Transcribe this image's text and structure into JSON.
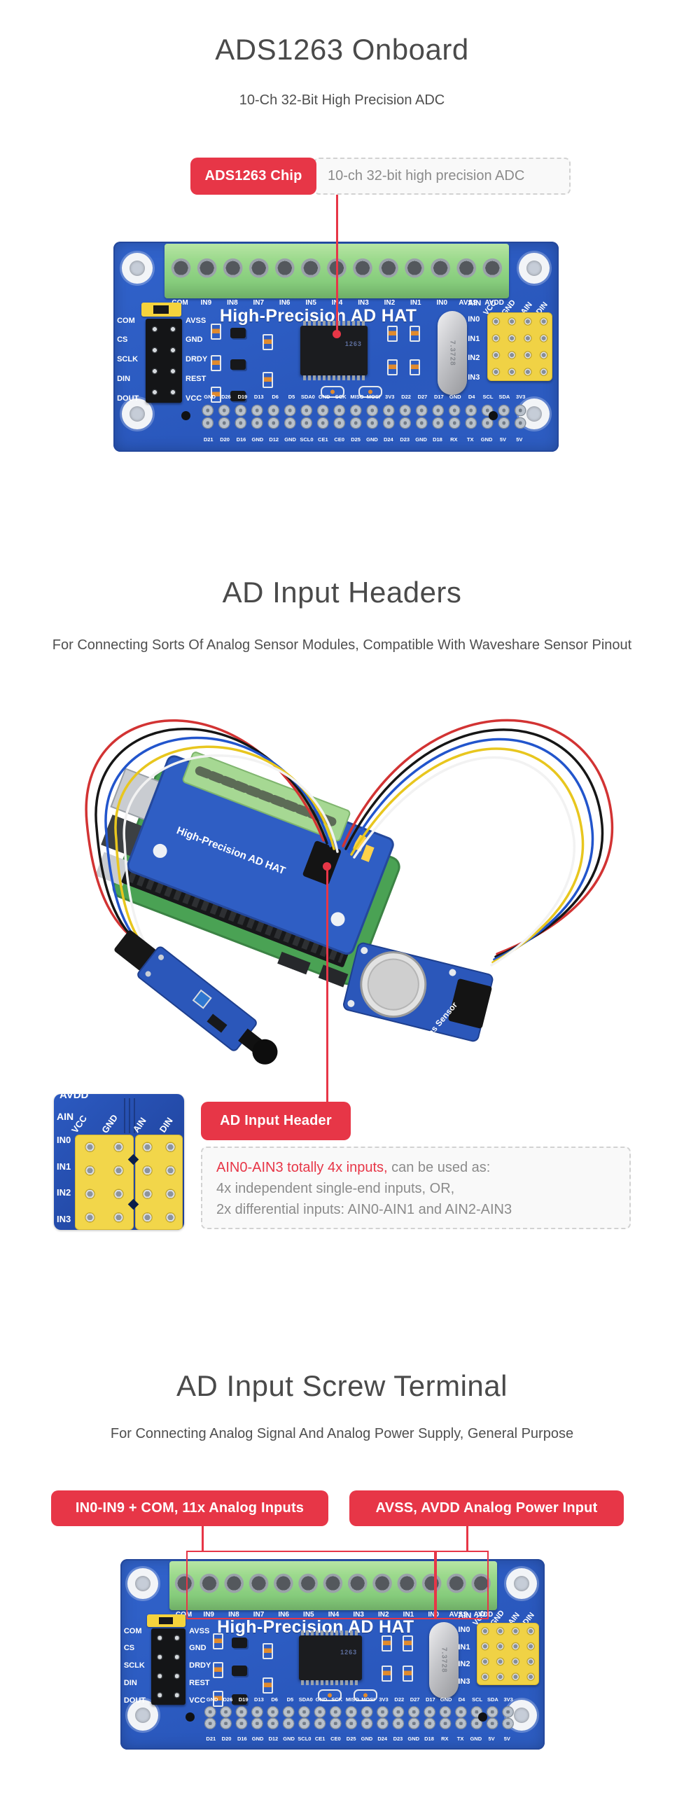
{
  "colors": {
    "accent_red": "#e73647",
    "board_blue": "#2d5dc2",
    "terminal_green": "#8ccf82",
    "header_yellow": "#f0d245"
  },
  "sections": [
    {
      "title": "ADS1263 Onboard",
      "subtitle": "10-Ch 32-Bit High Precision ADC"
    },
    {
      "title": "AD Input Headers",
      "subtitle": "For Connecting Sorts Of Analog Sensor Modules, Compatible With Waveshare Sensor Pinout"
    },
    {
      "title": "AD Input Screw Terminal",
      "subtitle": "For Connecting Analog Signal And Analog Power Supply, General Purpose"
    }
  ],
  "annotations": {
    "chip_tag": "ADS1263 Chip",
    "chip_desc": "10-ch 32-bit high precision ADC",
    "header_tag": "AD Input Header",
    "header_desc_highlight": "AIN0-AIN3 totally 4x inputs,",
    "header_desc_rest": " can be used as:",
    "header_desc_line2": "4x independent single-end inputs, OR,",
    "header_desc_line3": "2x differential inputs: AIN0-AIN1 and AIN2-AIN3",
    "screw_tag_left": "IN0-IN9 + COM, 11x Analog Inputs",
    "screw_tag_right": "AVSS, AVDD Analog Power Input"
  },
  "board": {
    "title": "High-Precision AD HAT",
    "terminal_labels": [
      "COM",
      "IN9",
      "IN8",
      "IN7",
      "IN6",
      "IN5",
      "IN4",
      "IN3",
      "IN2",
      "IN1",
      "IN0",
      "AVSS",
      "AVDD"
    ],
    "spi_labels": [
      "COM",
      "CS",
      "SCLK",
      "DIN",
      "DOUT"
    ],
    "ctrl_labels": [
      "AVSS",
      "GND",
      "DRDY",
      "REST",
      "VCC"
    ],
    "input_labels": [
      "IN0",
      "IN1",
      "IN2",
      "IN3"
    ],
    "sensor_header_labels": [
      "VCC",
      "GND",
      "AIN",
      "DIN"
    ],
    "ain_label": "AIN",
    "chip_marking": "1263",
    "crystal_marking": "7.3728",
    "gpio_top_labels": [
      "GND",
      "D26",
      "D19",
      "D13",
      "D6",
      "D5",
      "SDA0",
      "GND",
      "SCK",
      "MISO",
      "MOSI",
      "3V3",
      "D22",
      "D27",
      "D17",
      "GND",
      "D4",
      "SCL",
      "SDA",
      "3V3"
    ],
    "gpio_bottom_labels": [
      "D21",
      "D20",
      "D16",
      "GND",
      "D12",
      "GND",
      "SCL0",
      "CE1",
      "CE0",
      "D25",
      "GND",
      "D24",
      "D23",
      "GND",
      "D18",
      "RX",
      "TX",
      "GND",
      "5V",
      "5V"
    ]
  },
  "zoom_inset": {
    "corner_label": "AVDD",
    "side_label": "AIN",
    "row_labels": [
      "IN0",
      "IN1",
      "IN2",
      "IN3"
    ],
    "col_labels": [
      "VCC",
      "GND",
      "AIN",
      "DIN"
    ]
  },
  "photo": {
    "hat_title": "High-Precision AD HAT",
    "gas_sensor_label": "Gas Sensor"
  }
}
